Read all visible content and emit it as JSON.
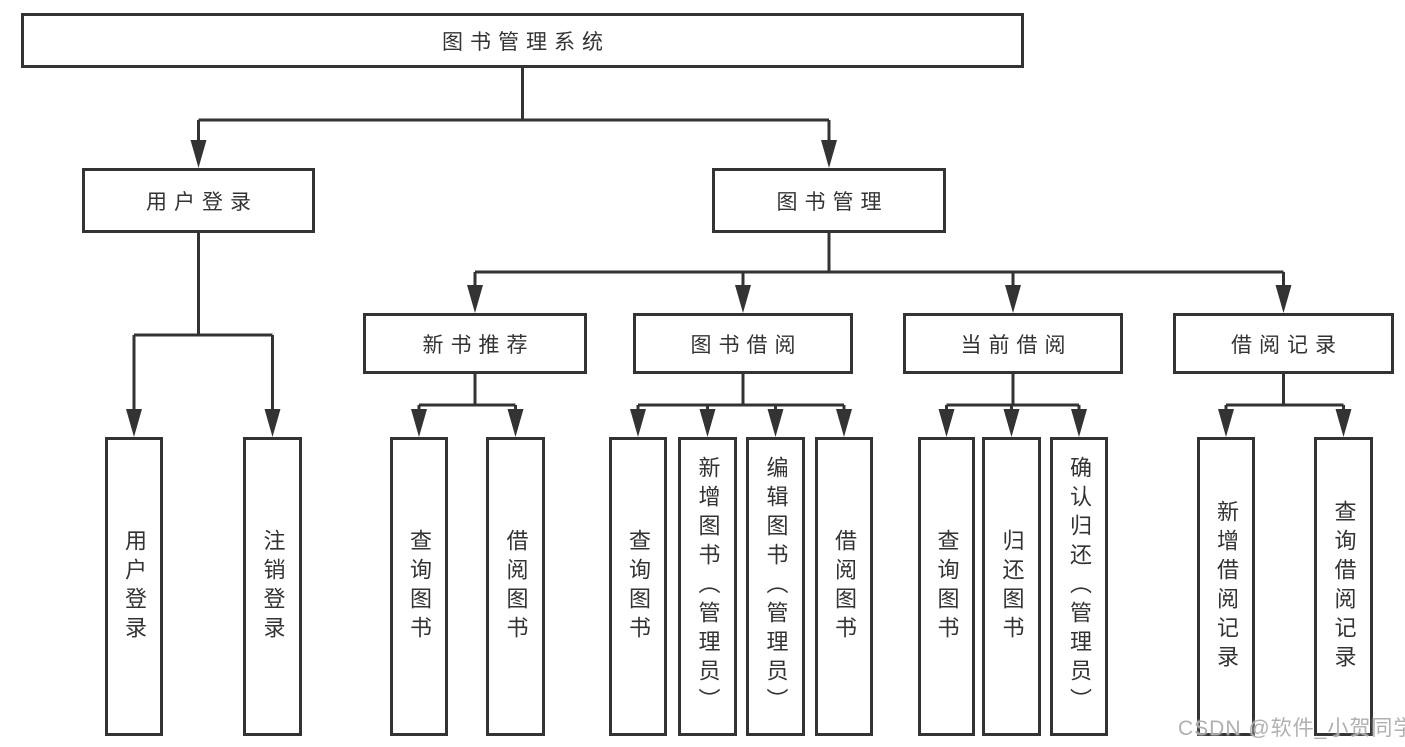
{
  "colors": {
    "line": "#333333",
    "box_border": "#333333",
    "text": "#333333",
    "watermark": "#acacac",
    "background": "#ffffff"
  },
  "watermark": "CSDN @软件_小贺同学",
  "root": {
    "label": "图书管理系统",
    "children": [
      {
        "label": "用户登录",
        "children": [
          {
            "label": "用户登录"
          },
          {
            "label": "注销登录"
          }
        ]
      },
      {
        "label": "图书管理",
        "children": [
          {
            "label": "新书推荐",
            "children": [
              {
                "label": "查询图书"
              },
              {
                "label": "借阅图书"
              }
            ]
          },
          {
            "label": "图书借阅",
            "children": [
              {
                "label": "查询图书"
              },
              {
                "label": "新增图书（管理员）"
              },
              {
                "label": "编辑图书（管理员）"
              },
              {
                "label": "借阅图书"
              }
            ]
          },
          {
            "label": "当前借阅",
            "children": [
              {
                "label": "查询图书"
              },
              {
                "label": "归还图书"
              },
              {
                "label": "确认归还（管理员）"
              }
            ]
          },
          {
            "label": "借阅记录",
            "children": [
              {
                "label": "新增借阅记录"
              },
              {
                "label": "查询借阅记录"
              }
            ]
          }
        ]
      }
    ]
  }
}
